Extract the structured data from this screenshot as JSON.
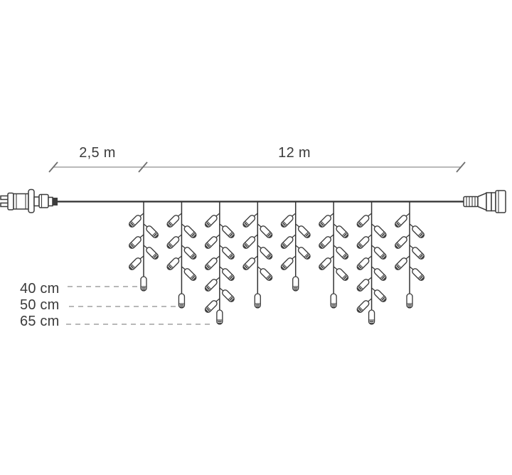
{
  "diagram": {
    "dimensions": {
      "lead_label": "2,5 m",
      "span_label": "12 m"
    },
    "drop_lengths": [
      {
        "label": "40 cm",
        "value_cm": 40
      },
      {
        "label": "50 cm",
        "value_cm": 50
      },
      {
        "label": "65 cm",
        "value_cm": 65
      }
    ],
    "drop_pattern_cm": [
      40,
      50,
      65,
      50,
      40,
      50,
      65,
      50
    ],
    "bulbs_per_drop": {
      "40": 6,
      "50": 7,
      "65": 10
    },
    "icons": {
      "left_end": "power-plug-icon",
      "right_end": "string-connector-icon",
      "repeated": "bulb-icon"
    },
    "colors": {
      "line": "#3c3c3c",
      "cable": "#2f2f2f",
      "dimension_line": "#a3a3a3",
      "tick": "#6f6f6f",
      "text": "#3b3b3b",
      "dash": "#b8b8b8",
      "background": "#ffffff"
    }
  }
}
